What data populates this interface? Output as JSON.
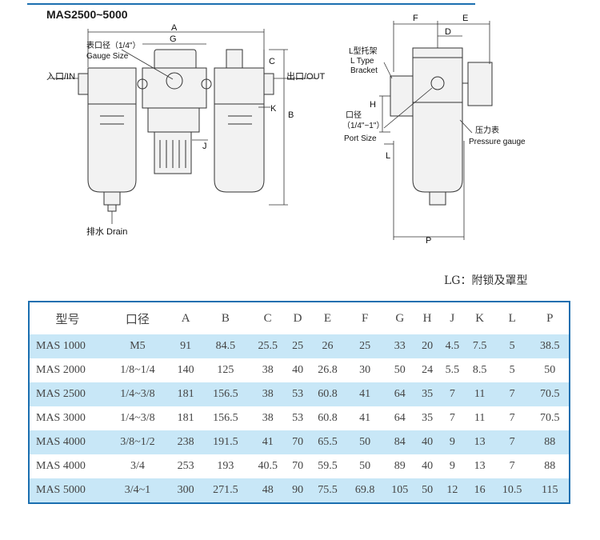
{
  "title": "MAS2500~5000",
  "labels": {
    "A": "A",
    "G": "G",
    "C": "C",
    "B": "B",
    "K": "K",
    "J": "J",
    "F": "F",
    "E": "E",
    "D": "D",
    "H": "H",
    "L": "L",
    "P": "P",
    "gauge_cn": "表口径（1/4\"）",
    "gauge_en": "Gauge Size",
    "inlet": "入口/IN",
    "outlet": "出口/OUT",
    "drain": "排水 Drain",
    "bracket_cn": "L型托架",
    "bracket_en1": "L Type",
    "bracket_en2": "Bracket",
    "port_cn": "口径",
    "port_range": "（1/4\"~1\"）",
    "port_en": "Port Size",
    "pgauge_cn": "压力表",
    "pgauge_en": "Pressure gauge"
  },
  "note": "LG：附锁及罩型",
  "table": {
    "headers": [
      "型号",
      "口径",
      "A",
      "B",
      "C",
      "D",
      "E",
      "F",
      "G",
      "H",
      "J",
      "K",
      "L",
      "P"
    ],
    "rows": [
      [
        "MAS 1000",
        "M5",
        "91",
        "84.5",
        "25.5",
        "25",
        "26",
        "25",
        "33",
        "20",
        "4.5",
        "7.5",
        "5",
        "38.5"
      ],
      [
        "MAS 2000",
        "1/8~1/4",
        "140",
        "125",
        "38",
        "40",
        "26.8",
        "30",
        "50",
        "24",
        "5.5",
        "8.5",
        "5",
        "50"
      ],
      [
        "MAS 2500",
        "1/4~3/8",
        "181",
        "156.5",
        "38",
        "53",
        "60.8",
        "41",
        "64",
        "35",
        "7",
        "11",
        "7",
        "70.5"
      ],
      [
        "MAS 3000",
        "1/4~3/8",
        "181",
        "156.5",
        "38",
        "53",
        "60.8",
        "41",
        "64",
        "35",
        "7",
        "11",
        "7",
        "70.5"
      ],
      [
        "MAS 4000",
        "3/8~1/2",
        "238",
        "191.5",
        "41",
        "70",
        "65.5",
        "50",
        "84",
        "40",
        "9",
        "13",
        "7",
        "88"
      ],
      [
        "MAS 4000",
        "3/4",
        "253",
        "193",
        "40.5",
        "70",
        "59.5",
        "50",
        "89",
        "40",
        "9",
        "13",
        "7",
        "88"
      ],
      [
        "MAS 5000",
        "3/4~1",
        "300",
        "271.5",
        "48",
        "90",
        "75.5",
        "69.8",
        "105",
        "50",
        "12",
        "16",
        "10.5",
        "115"
      ]
    ]
  },
  "colors": {
    "accent": "#1b6fb0",
    "row_highlight": "#c8e7f7"
  }
}
